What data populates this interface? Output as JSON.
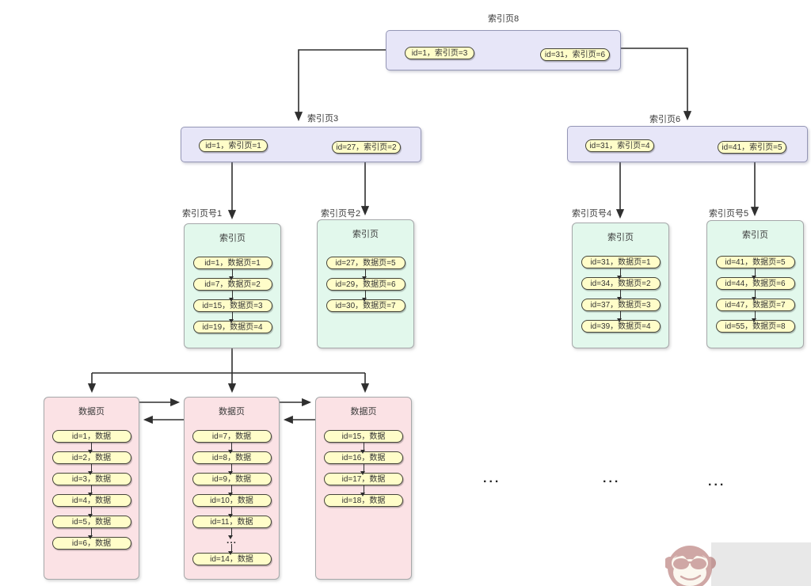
{
  "diagram": {
    "description_labels": {
      "root_label": "索引页8",
      "l2_left_label": "索引页3",
      "l2_right_label": "索引页6"
    },
    "nodes": {
      "root": {
        "label": "索引页8",
        "entries": [
          "id=1，索引页=3",
          "id=31，索引页=6"
        ]
      },
      "l2_left": {
        "label": "索引页3",
        "entries": [
          "id=1，索引页=1",
          "id=27，索引页=2"
        ]
      },
      "l2_right": {
        "label": "索引页6",
        "entries": [
          "id=31，索引页=4",
          "id=41，索引页=5"
        ]
      },
      "leaf1": {
        "label": "索引页号1",
        "title": "索引页",
        "entries": [
          "id=1，数据页=1",
          "id=7，数据页=2",
          "id=15，数据页=3",
          "id=19，数据页=4"
        ]
      },
      "leaf2": {
        "label": "索引页号2",
        "title": "索引页",
        "entries": [
          "id=27，数据页=5",
          "id=29，数据页=6",
          "id=30，数据页=7"
        ]
      },
      "leaf4": {
        "label": "索引页号4",
        "title": "索引页",
        "entries": [
          "id=31，数据页=1",
          "id=34，数据页=2",
          "id=37，数据页=3",
          "id=39，数据页=4"
        ]
      },
      "leaf5": {
        "label": "索引页号5",
        "title": "索引页",
        "entries": [
          "id=41，数据页=5",
          "id=44，数据页=6",
          "id=47，数据页=7",
          "id=55，数据页=8"
        ]
      },
      "data1": {
        "title": "数据页",
        "entries": [
          "id=1，数据",
          "id=2，数据",
          "id=3，数据",
          "id=4，数据",
          "id=5，数据",
          "id=6，数据"
        ]
      },
      "data2": {
        "title": "数据页",
        "entries": [
          "id=7，数据",
          "id=8，数据",
          "id=9，数据",
          "id=10，数据",
          "id=11，数据"
        ],
        "ellipsis": "...",
        "last_entry": "id=14，数据"
      },
      "data3": {
        "title": "数据页",
        "entries": [
          "id=15，数据",
          "id=16，数据",
          "id=17，数据",
          "id=18，数据"
        ]
      }
    },
    "ellipses": [
      "...",
      "...",
      "..."
    ],
    "colors": {
      "index_node_fill": "#e7e6f8",
      "leaf_node_fill": "#e2f8ec",
      "data_node_fill": "#fbe2e5",
      "entry_fill": "#fffdc9",
      "arrow": "#2f2f2f"
    }
  }
}
